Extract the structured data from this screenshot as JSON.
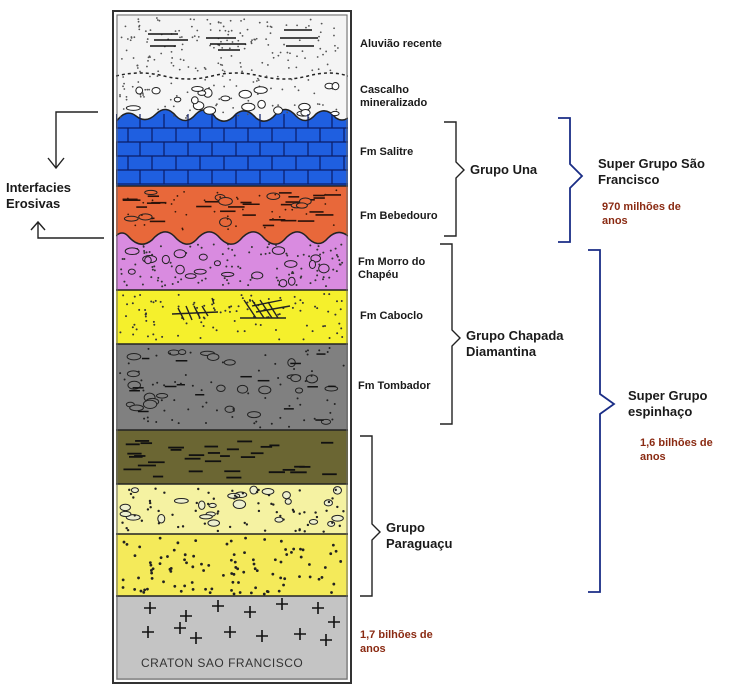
{
  "layers": {
    "aluviao": "Aluvião recente",
    "cascalho": "Cascalho mineralizado",
    "salitre": "Fm Salitre",
    "bebedouro": "Fm Bebedouro",
    "morro": "Fm Morro do Chapéu",
    "caboclo": "Fm Caboclo",
    "tombador": "Fm Tombador",
    "craton": "CRATON SAO FRANCISCO"
  },
  "groups": {
    "una": "Grupo Una",
    "chapada": "Grupo Chapada Diamantina",
    "paraguacu": "Grupo Paraguaçu"
  },
  "supergroups": {
    "sao_francisco": "Super Grupo São Francisco",
    "sao_francisco_age": "970 milhões de anos",
    "espinhaco": "Super Grupo espinhaço",
    "espinhaco_age": "1,6 bilhões de anos"
  },
  "craton_age": "1,7 bilhões de anos",
  "side_label": "Interfacies Erosivas",
  "colors": {
    "aluviao": "#f4f4f4",
    "cascalho": "#f6f6f6",
    "salitre": "#1f5fe0",
    "bebedouro": "#e8683a",
    "morro": "#d98be0",
    "caboclo": "#f5f02c",
    "tombador": "#808080",
    "olive": "#6b6633",
    "pale_yellow": "#f5f2a2",
    "yellow": "#f4ea5a",
    "craton": "#c4c4c4",
    "age_text": "#8a2a12",
    "bracket": "#1a2d86"
  }
}
